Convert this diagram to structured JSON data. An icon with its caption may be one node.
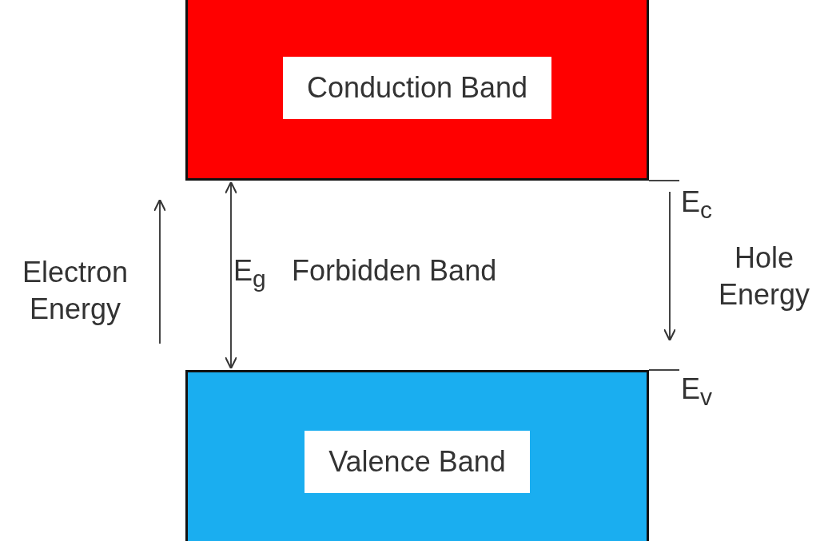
{
  "diagram": {
    "nodes": [
      {
        "text": [
          "Conduction Band"
        ]
      },
      {
        "text": [
          "Valence Band"
        ]
      },
      {
        "text": [
          "E$_{c}$"
        ]
      },
      {
        "text": [
          "E$_{v}$"
        ]
      }
    ],
    "edges": [
      {
        "from": 0,
        "to": 1,
        "arrow": "both",
        "label": "E$_{g}$"
      },
      {
        "from": 2,
        "to": 0,
        "arrow": "none"
      },
      {
        "from": 3,
        "to": 1,
        "arrow": "none"
      }
    ],
    "labels": [
      "Forbidden Band",
      "Electron Energy",
      "Hole Energy"
    ]
  }
}
